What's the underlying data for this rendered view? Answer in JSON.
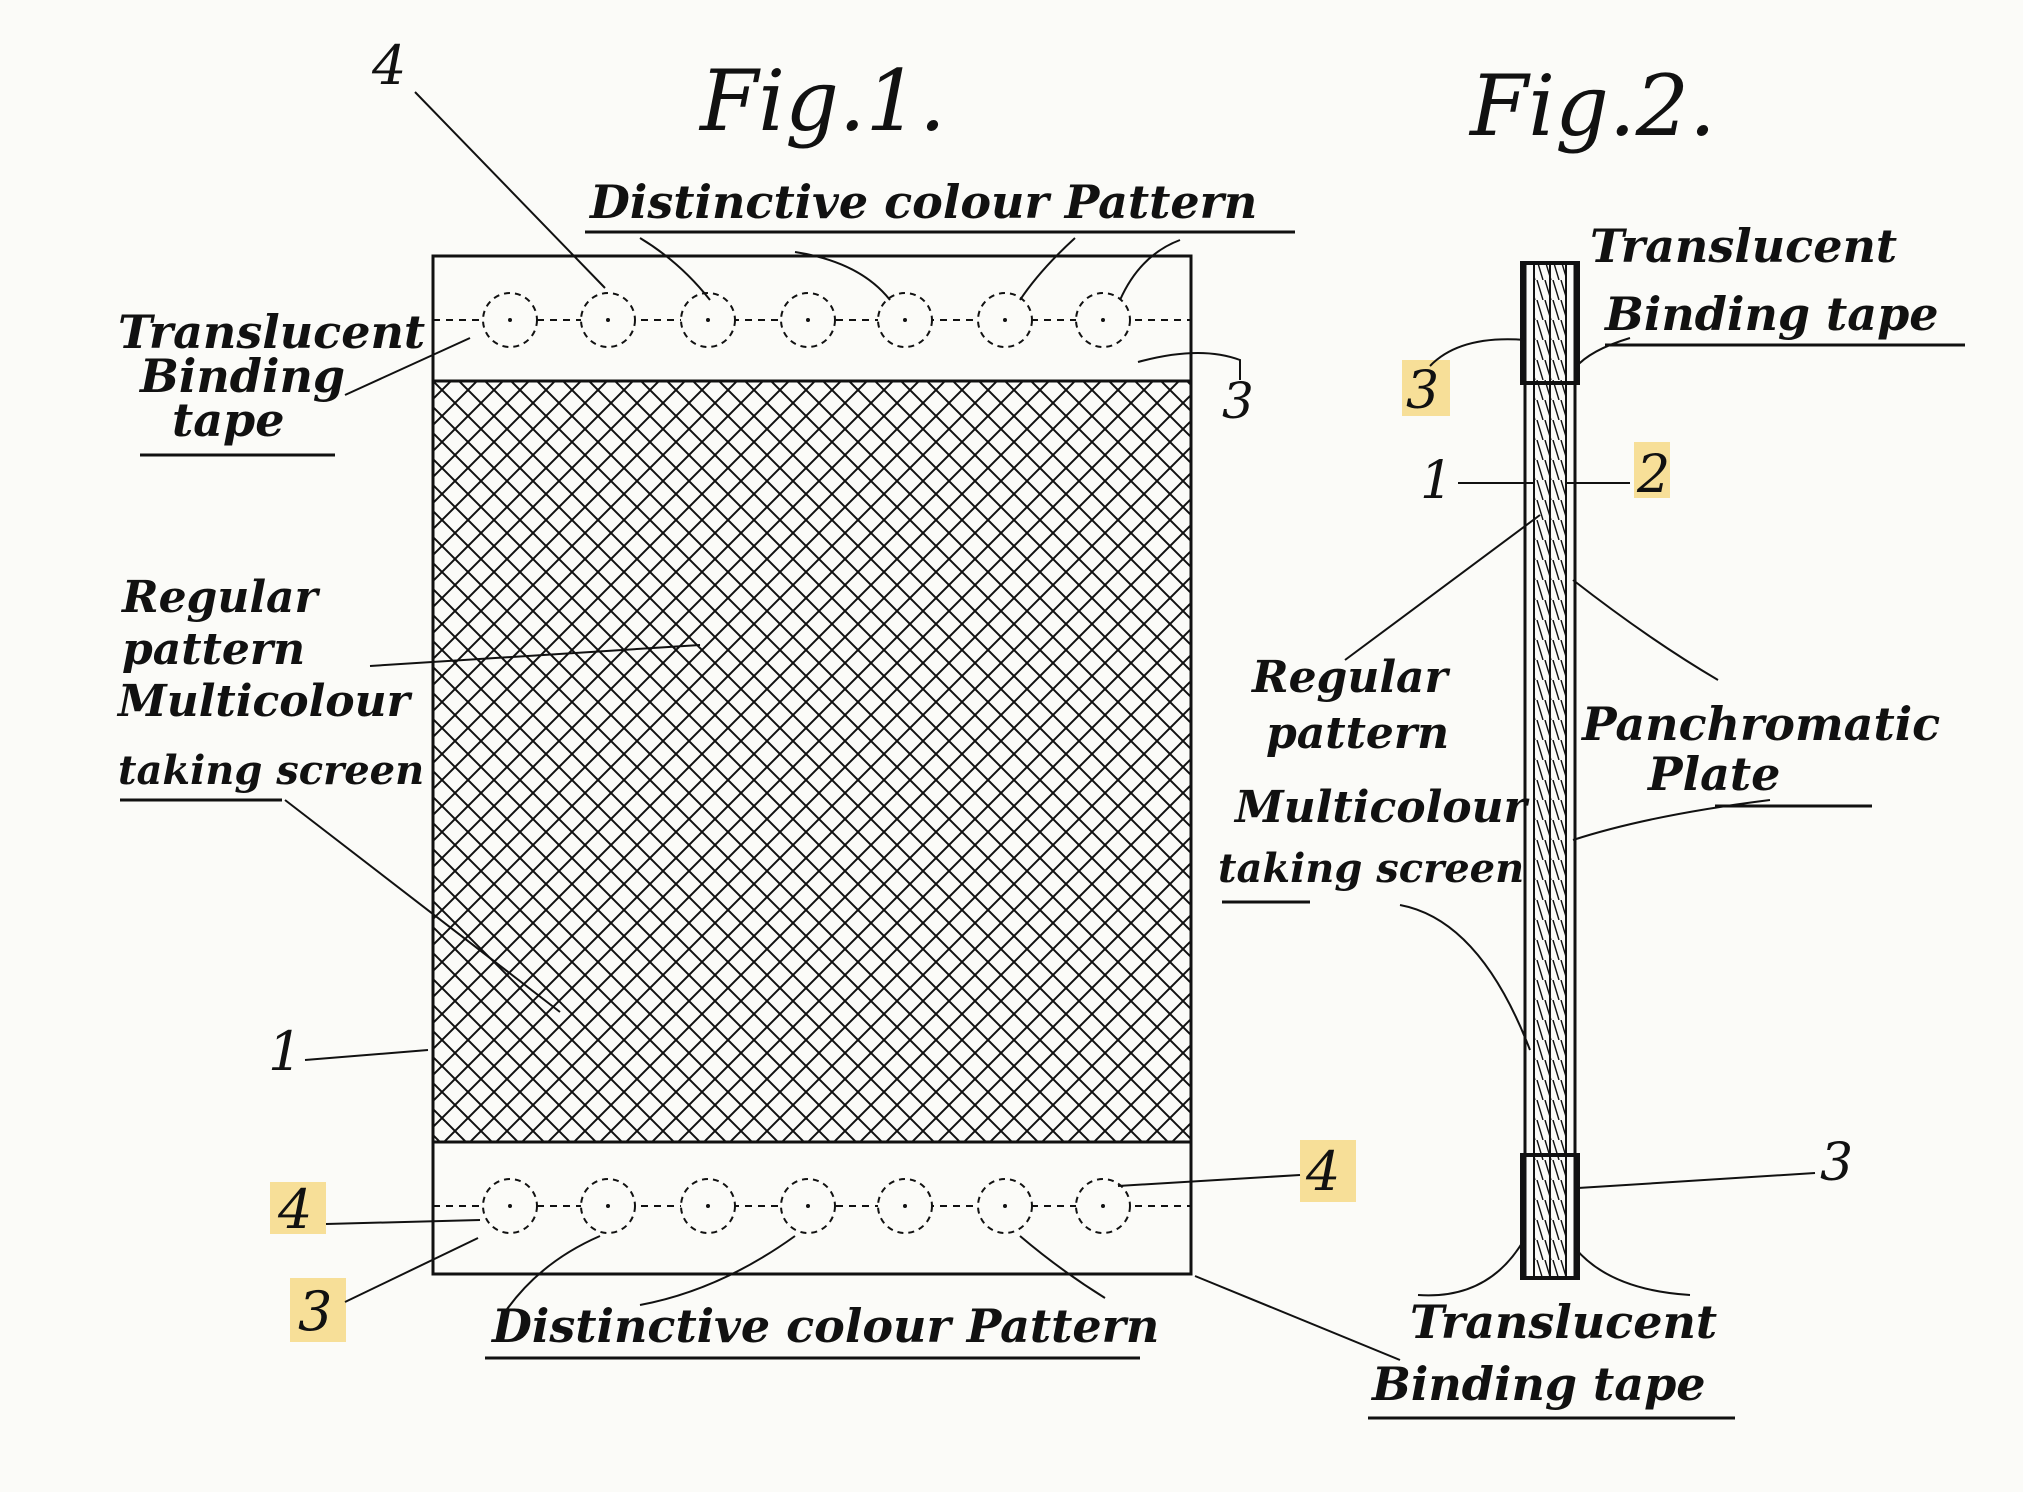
{
  "fig1": {
    "title": "Fig.1.",
    "top_pattern": "Distinctive colour Pattern",
    "bottom_pattern": "Distinctive colour Pattern",
    "tape_line1": "Translucent",
    "tape_line2": "Binding",
    "tape_line3": "tape",
    "screen_line1": "Regular",
    "screen_line2": "pattern",
    "screen_line3": "Multicolour",
    "screen_line4": "taking screen",
    "ref_4_top": "4",
    "ref_3_right": "3",
    "ref_1": "1",
    "ref_4_left": "4",
    "ref_3_left": "3",
    "ref_4_right": "4"
  },
  "fig2": {
    "title": "Fig.2.",
    "tape_top_line1": "Translucent",
    "tape_top_line2": "Binding tape",
    "ref_3_left": "3",
    "ref_1": "1",
    "ref_2": "2",
    "screen_line1": "Regular",
    "screen_line2": "pattern",
    "screen_line3": "Multicolour",
    "screen_line4": "taking screen",
    "plate_line1": "Panchromatic",
    "plate_line2": "Plate",
    "ref_3_right": "3",
    "tape_bottom_line1": "Translucent",
    "tape_bottom_line2": "Binding tape"
  },
  "colors": {
    "ink": "#111111",
    "paper": "#fbfbf8",
    "highlight": "#f7df98"
  }
}
